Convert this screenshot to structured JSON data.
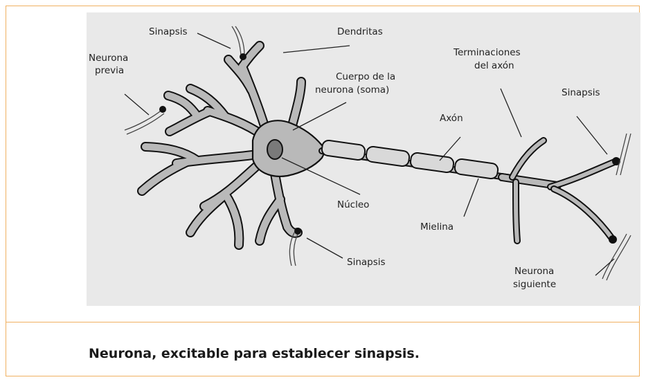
{
  "figure": {
    "labels": {
      "sinapsis_top": "Sinapsis",
      "dendritas": "Dendritas",
      "neurona_previa_1": "Neurona",
      "neurona_previa_2": "previa",
      "cuerpo_1": "Cuerpo de la",
      "cuerpo_2": "neurona (soma)",
      "terminaciones_1": "Terminaciones",
      "terminaciones_2": "del axón",
      "sinapsis_right": "Sinapsis",
      "axon": "Axón",
      "nucleo": "Núcleo",
      "mielina": "Mielina",
      "sinapsis_bottom": "Sinapsis",
      "neurona_siguiente_1": "Neurona",
      "neurona_siguiente_2": "siguiente"
    },
    "caption": "Neurona, excitable para establecer sinapsis.",
    "colors": {
      "border": "#f0b060",
      "panel": "#e9e9e9",
      "cell_fill": "#b9b9b9",
      "outline": "#111111"
    }
  }
}
